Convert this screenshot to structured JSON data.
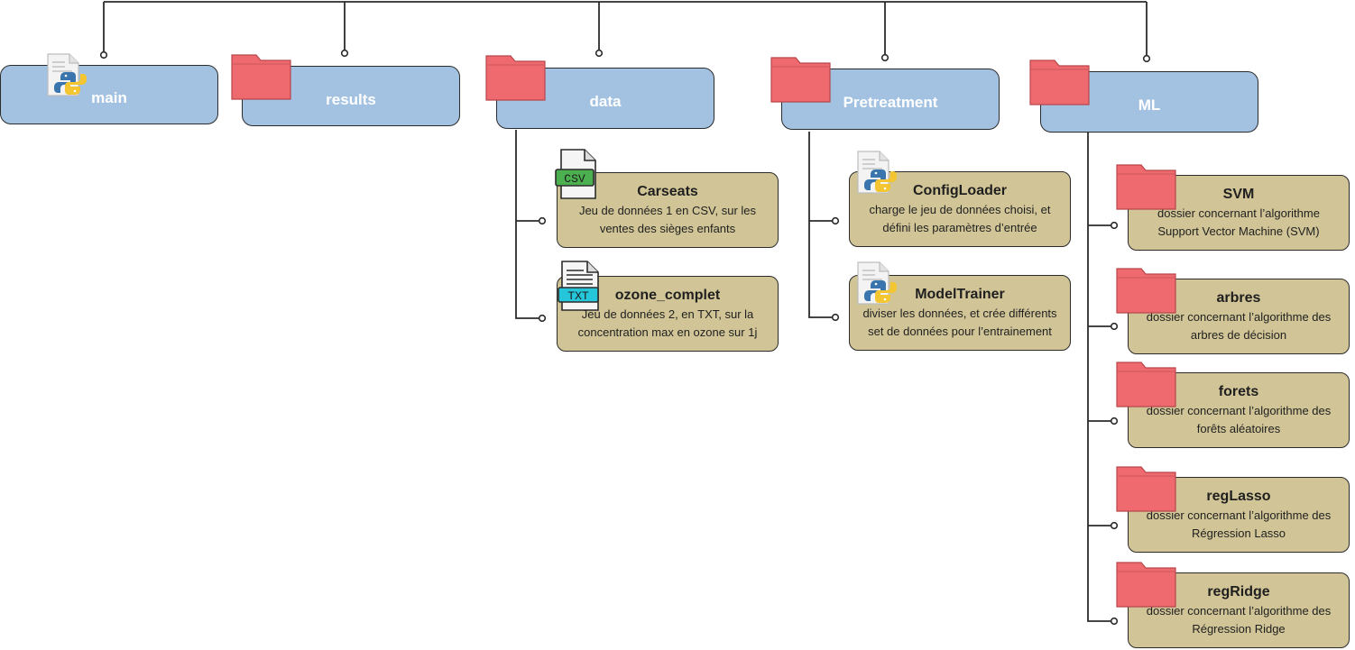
{
  "colors": {
    "node_fill": "#a3c2e2",
    "card_fill": "#d1c597",
    "folder": "#ee6a6f",
    "line": "#2b2b2b",
    "csv_badge": "#4caf50",
    "txt_badge": "#26c6da"
  },
  "nodes": {
    "main": {
      "label": "main",
      "icon": "python-file-icon"
    },
    "results": {
      "label": "results",
      "icon": "folder-icon"
    },
    "data": {
      "label": "data",
      "icon": "folder-icon",
      "children": [
        {
          "title": "Carseats",
          "desc1": "Jeu de données 1 en CSV, sur les",
          "desc2": "ventes des sièges enfants",
          "icon": "csv-file-icon",
          "badge": "CSV"
        },
        {
          "title": "ozone_complet",
          "desc1": "Jeu de données 2, en TXT, sur la",
          "desc2": "concentration max en ozone sur 1j",
          "icon": "txt-file-icon",
          "badge": "TXT"
        }
      ]
    },
    "pretreatment": {
      "label": "Pretreatment",
      "icon": "folder-icon",
      "children": [
        {
          "title": "ConfigLoader",
          "desc1": "charge le jeu de données choisi, et",
          "desc2": "défini les paramètres d’entrée",
          "icon": "python-file-icon"
        },
        {
          "title": "ModelTrainer",
          "desc1": "diviser les données, et crée différents",
          "desc2": "set de données pour l’entrainement",
          "icon": "python-file-icon"
        }
      ]
    },
    "ml": {
      "label": "ML",
      "icon": "folder-icon",
      "children": [
        {
          "title": "SVM",
          "desc1": "dossier concernant l’algorithme",
          "desc2": "Support Vector Machine (SVM)",
          "icon": "folder-icon"
        },
        {
          "title": "arbres",
          "desc1": "dossier concernant l’algorithme des",
          "desc2": "arbres de décision",
          "icon": "folder-icon"
        },
        {
          "title": "forets",
          "desc1": "dossier concernant l’algorithme des",
          "desc2": "forêts aléatoires",
          "icon": "folder-icon"
        },
        {
          "title": "regLasso",
          "desc1": "dossier concernant l’algorithme des",
          "desc2": "Régression Lasso",
          "icon": "folder-icon"
        },
        {
          "title": "regRidge",
          "desc1": "dossier concernant l’algorithme des",
          "desc2": "Régression Ridge",
          "icon": "folder-icon"
        }
      ]
    }
  }
}
